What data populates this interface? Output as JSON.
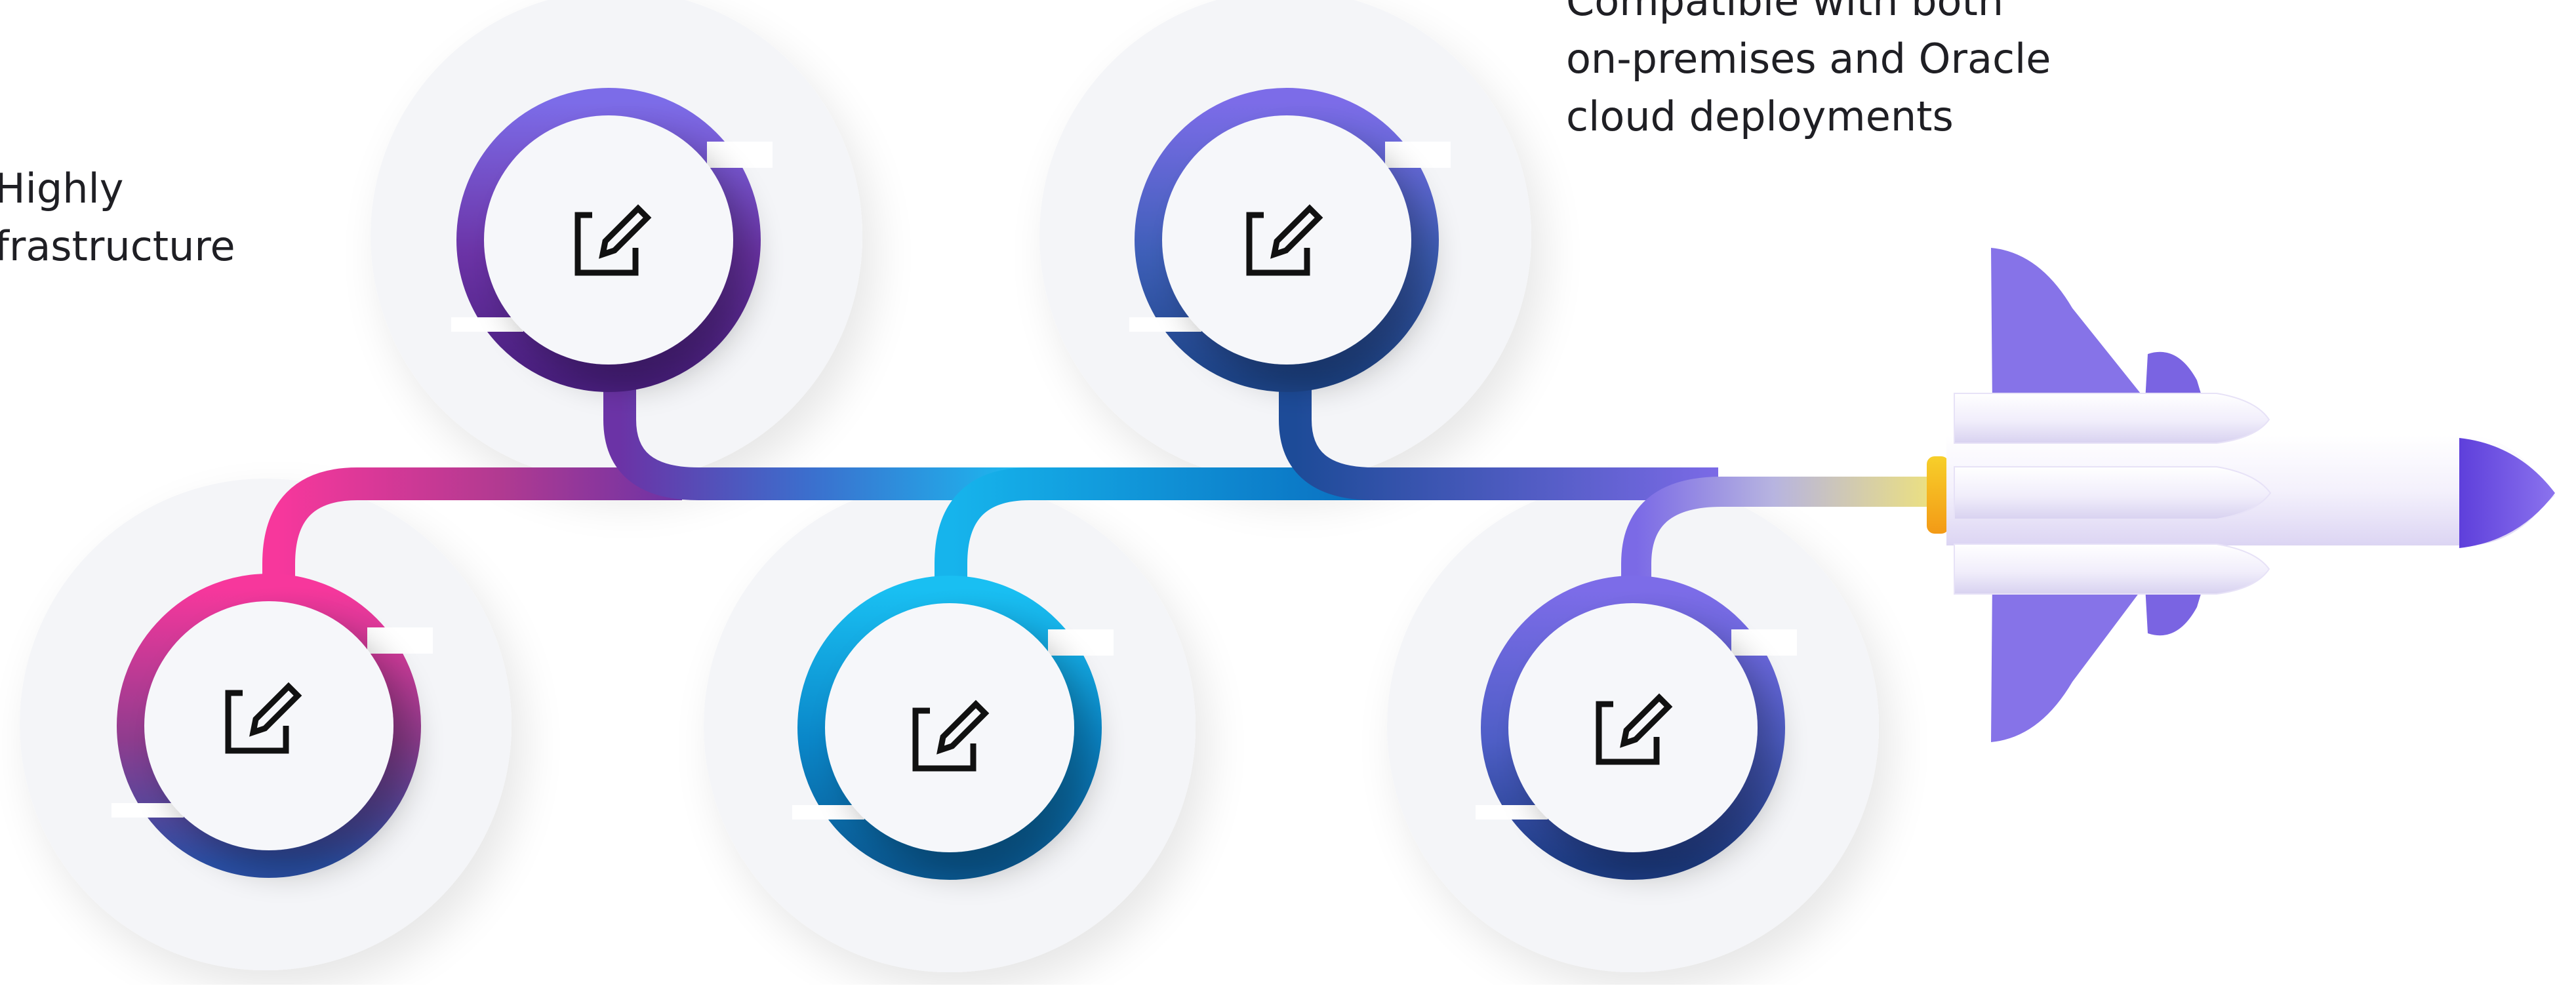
{
  "captions": {
    "left": [
      "Highly",
      "frastructure"
    ],
    "top_right": [
      "Compatible with both",
      "on-premises and Oracle",
      "cloud deployments"
    ]
  },
  "icons": [
    "edit-icon",
    "edit-icon",
    "edit-icon",
    "edit-icon",
    "edit-icon"
  ],
  "colors": {
    "pink": "#f7379c",
    "magenta": "#b1398f",
    "purple": "#7b6ae6",
    "deep_purple": "#5a2a9c",
    "cyan": "#16b4ec",
    "blue": "#2e5fb5",
    "navy": "#1c3c80",
    "rocket_wing": "#8673e8",
    "rocket_nose": "#6a4de0",
    "flame_yellow": "#f6c51c",
    "halo": "#f3f4f8"
  }
}
